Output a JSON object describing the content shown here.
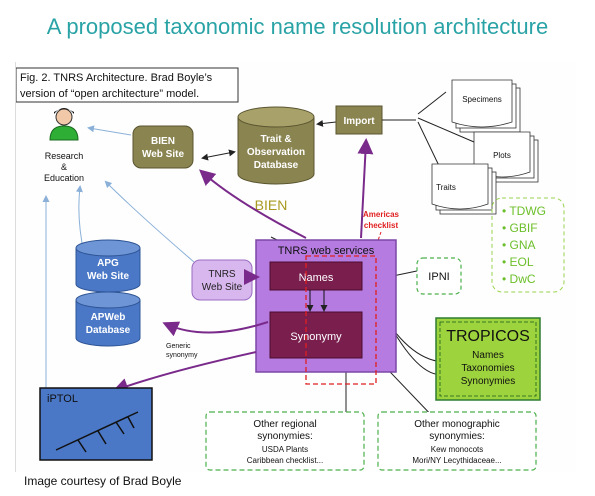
{
  "title": "A proposed taxonomic name resolution architecture",
  "caption": {
    "line1": "Fig. 2. TNRS Architecture. Brad Boyle’s",
    "line2": "version of “open architecture” model."
  },
  "nodes": {
    "research": {
      "line1": "Research",
      "line2": "&",
      "line3": "Education"
    },
    "bien_site": {
      "line1": "BIEN",
      "line2": "Web Site"
    },
    "trait_db": {
      "line1": "Trait &",
      "line2": "Observation",
      "line3": "Database"
    },
    "import": "Import",
    "specimens": "Specimens",
    "plots": "Plots",
    "traits": "Traits",
    "bien_label": "BIEN",
    "americas": {
      "line1": "Americas",
      "line2": "checklist"
    },
    "standards": [
      "TDWG",
      "GBIF",
      "GNA",
      "EOL",
      "DwC"
    ],
    "apg": {
      "line1": "APG",
      "line2": "Web Site"
    },
    "apweb": {
      "line1": "APWeb",
      "line2": "Database"
    },
    "tnrs_site": {
      "line1": "TNRS",
      "line2": "Web Site"
    },
    "tnrs_services": "TNRS web services",
    "names": "Names",
    "synonymy": "Synonymy",
    "ipni": "IPNI",
    "tropicos": {
      "title": "TROPICOS",
      "l1": "Names",
      "l2": "Taxonomies",
      "l3": "Synonymies"
    },
    "generic": {
      "line1": "Generic",
      "line2": "synonymy"
    },
    "iptol": "iPTOL",
    "regional": {
      "l1": "Other regional",
      "l2": "synonymies:",
      "l3": "USDA Plants",
      "l4": "Caribbean checklist..."
    },
    "monographic": {
      "l1": "Other monographic",
      "l2": "synonymies:",
      "l3": "Kew monocots",
      "l4": "Mori/NY Lecythidaceae..."
    }
  },
  "courtesy": "Image courtesy of Brad Boyle",
  "colors": {
    "title": "#2aa3a6",
    "olive": "#8a8450",
    "purple_arrow": "#7a2a8a",
    "tnrs_box": "#b57be0",
    "names_box": "#7a1e4e",
    "tropicos": "#9dd33c",
    "dashed_green": "#4bb04b",
    "apg_blue": "#4a78c7",
    "red": "#e02020"
  }
}
